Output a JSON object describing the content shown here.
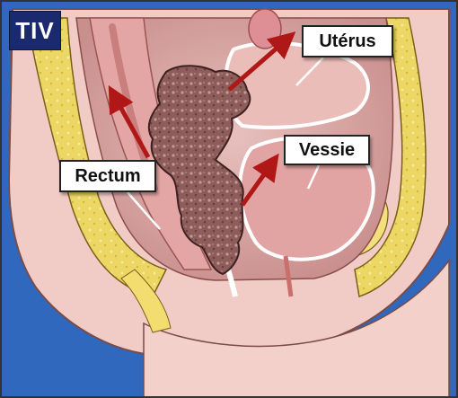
{
  "stage_badge": "TIV",
  "labels": {
    "uterus": "Utérus",
    "bladder": "Vessie",
    "rectum": "Rectum"
  },
  "colors": {
    "tumor": "#8a5a5a",
    "arrow": "#b01818",
    "bone": "#e8d25a",
    "skin": "#efc3be",
    "background": "#3d78c8"
  }
}
